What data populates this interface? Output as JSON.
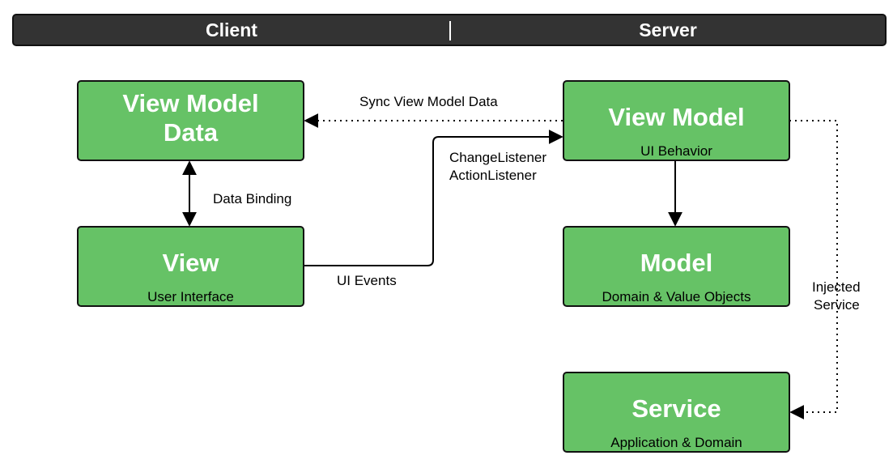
{
  "header": {
    "client_label": "Client",
    "server_label": "Server"
  },
  "boxes": {
    "view_model_data": {
      "title_line1": "View Model",
      "title_line2": "Data"
    },
    "view": {
      "title": "View",
      "subtitle": "User Interface"
    },
    "view_model": {
      "title": "View Model",
      "subtitle": "UI Behavior"
    },
    "model": {
      "title": "Model",
      "subtitle": "Domain & Value Objects"
    },
    "service": {
      "title": "Service",
      "subtitle": "Application & Domain"
    }
  },
  "connectors": {
    "sync": "Sync View Model Data",
    "data_binding": "Data Binding",
    "ui_events": "UI Events",
    "listeners_line1": "ChangeListener",
    "listeners_line2": "ActionListener",
    "injected_line1": "Injected",
    "injected_line2": "Service"
  }
}
